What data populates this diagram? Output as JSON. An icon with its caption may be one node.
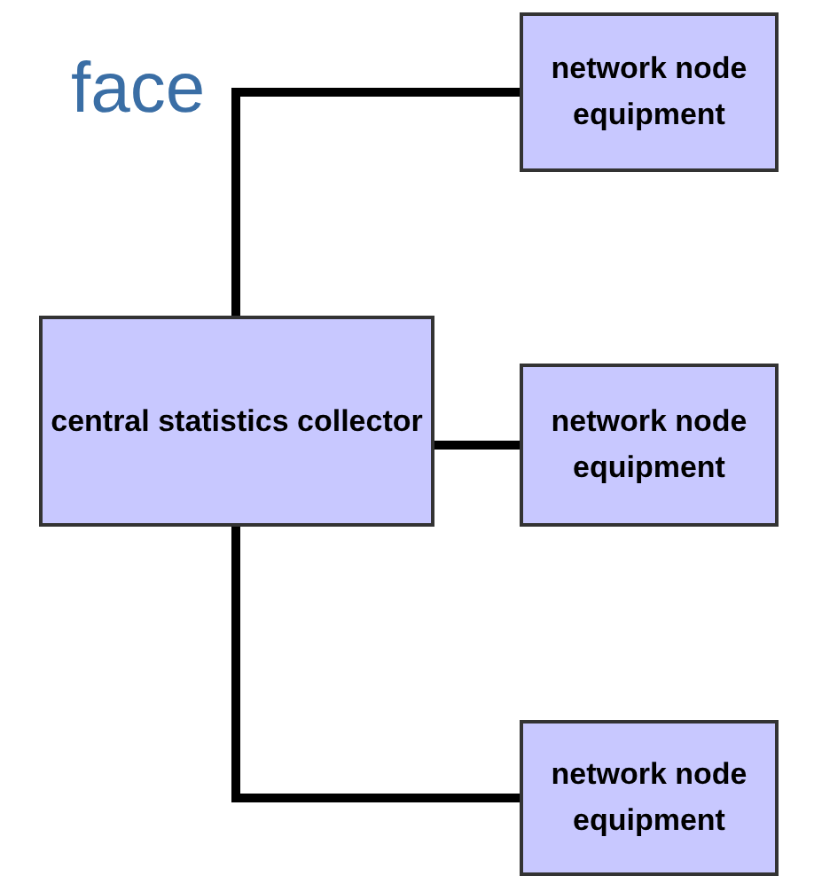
{
  "diagram": {
    "title": "face",
    "nodes": [
      {
        "text": [
          "central statistics collector"
        ]
      },
      {
        "text": [
          "network node equipment"
        ]
      },
      {
        "text": [
          "network node equipment"
        ]
      },
      {
        "text": [
          "network node equipment"
        ]
      }
    ],
    "edges": [
      {
        "from": 0,
        "to": 1,
        "arrow": "none"
      },
      {
        "from": 0,
        "to": 2,
        "arrow": "none"
      },
      {
        "from": 0,
        "to": 3,
        "arrow": "none"
      }
    ]
  }
}
